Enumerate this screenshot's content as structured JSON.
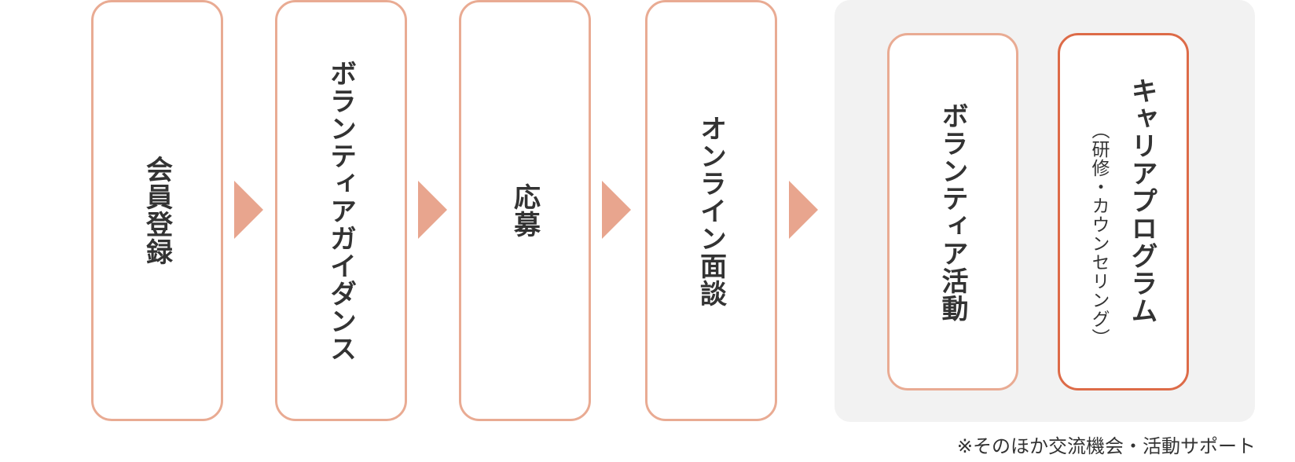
{
  "steps": [
    {
      "label": "会員登録"
    },
    {
      "label": "ボランティアガイダンス"
    },
    {
      "label": "応募"
    },
    {
      "label": "オンライン面談"
    },
    {
      "label": "ボランティア活動"
    },
    {
      "label": "キャリアプログラム",
      "sub": "（研修・カウンセリング）"
    }
  ],
  "note": "※そのほか交流機会・活動サポート",
  "colors": {
    "border": "#e9ab93",
    "accent_border": "#dd6b48",
    "arrow": "#e8a58e",
    "panel": "#f2f2f2"
  }
}
